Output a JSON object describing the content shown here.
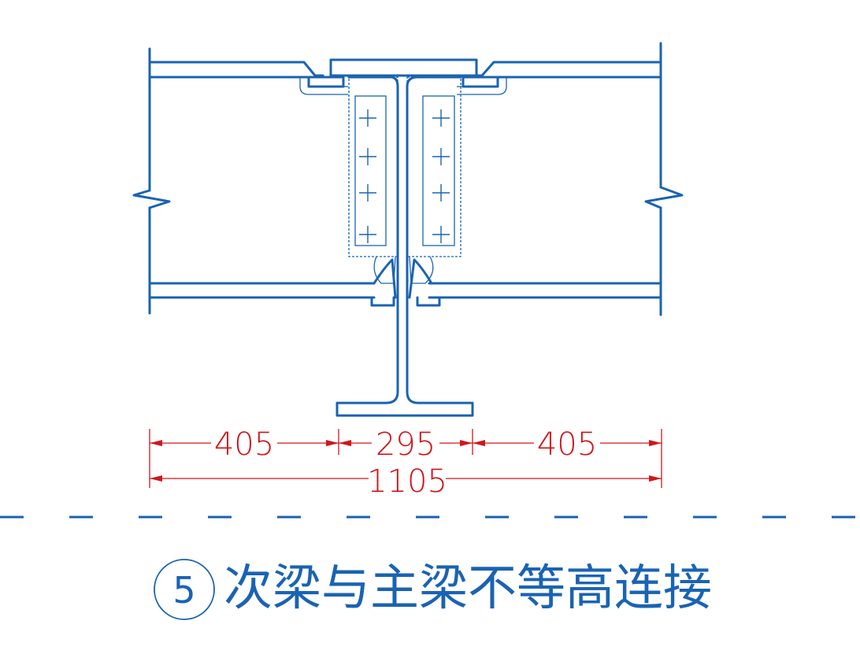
{
  "dimensions": {
    "left": "405",
    "middle": "295",
    "right": "405",
    "total": "1105"
  },
  "detail": {
    "number": "5",
    "title": "次梁与主梁不等高连接"
  },
  "colors": {
    "structure": "#1a63b3",
    "dimension": "#d0161b"
  }
}
